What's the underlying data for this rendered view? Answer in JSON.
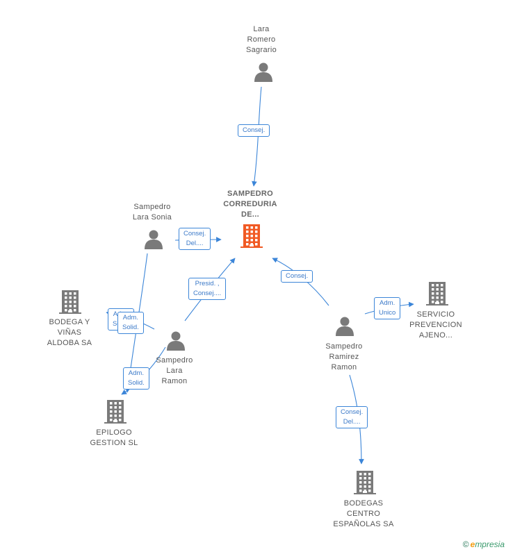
{
  "colors": {
    "edge": "#3b85d8",
    "person_icon": "#7a7a7a",
    "company_icon": "#7a7a7a",
    "center_icon": "#f15a24"
  },
  "nodes": [
    {
      "id": "lara_romero",
      "type": "person",
      "lines": [
        "Lara",
        "Romero",
        "Sagrario"
      ]
    },
    {
      "id": "center",
      "type": "company-center",
      "lines": [
        "SAMPEDRO",
        "CORREDURIA",
        "DE..."
      ]
    },
    {
      "id": "sonia",
      "type": "person",
      "lines": [
        "Sampedro",
        "Lara Sonia"
      ]
    },
    {
      "id": "bodega_vinas",
      "type": "company",
      "lines": [
        "BODEGA Y",
        "VIÑAS",
        "ALDOBA SA"
      ]
    },
    {
      "id": "lara_ramon",
      "type": "person",
      "lines": [
        "Sampedro",
        "Lara",
        "Ramon"
      ]
    },
    {
      "id": "ramirez",
      "type": "person",
      "lines": [
        "Sampedro",
        "Ramirez",
        "Ramon"
      ]
    },
    {
      "id": "servicio",
      "type": "company",
      "lines": [
        "SERVICIO",
        "PREVENCION",
        "AJENO..."
      ]
    },
    {
      "id": "epilogo",
      "type": "company",
      "lines": [
        "EPILOGO",
        "GESTION SL"
      ]
    },
    {
      "id": "bodegas_centro",
      "type": "company",
      "lines": [
        "BODEGAS",
        "CENTRO",
        "ESPAÑOLAS SA"
      ]
    }
  ],
  "edges": [
    {
      "id": "e1",
      "lines": [
        "Consej."
      ]
    },
    {
      "id": "e2",
      "lines": [
        "Consej.",
        "Del...."
      ]
    },
    {
      "id": "e3",
      "lines": [
        "Presid. ,",
        "Consej...."
      ]
    },
    {
      "id": "e4",
      "lines": [
        "Consej."
      ]
    },
    {
      "id": "e5",
      "lines": [
        "Adm.",
        "Unico"
      ]
    },
    {
      "id": "e6",
      "lines": [
        "Adm.",
        "Solid."
      ]
    },
    {
      "id": "e7",
      "lines": [
        "Adm.",
        "Solid."
      ]
    },
    {
      "id": "e8",
      "lines": [
        "Adm.",
        "Solid."
      ]
    },
    {
      "id": "e9",
      "lines": [
        "Consej.",
        "Del...."
      ]
    }
  ],
  "footer": {
    "copyright": "©",
    "brand_first": "e",
    "brand_rest": "mpresia"
  }
}
